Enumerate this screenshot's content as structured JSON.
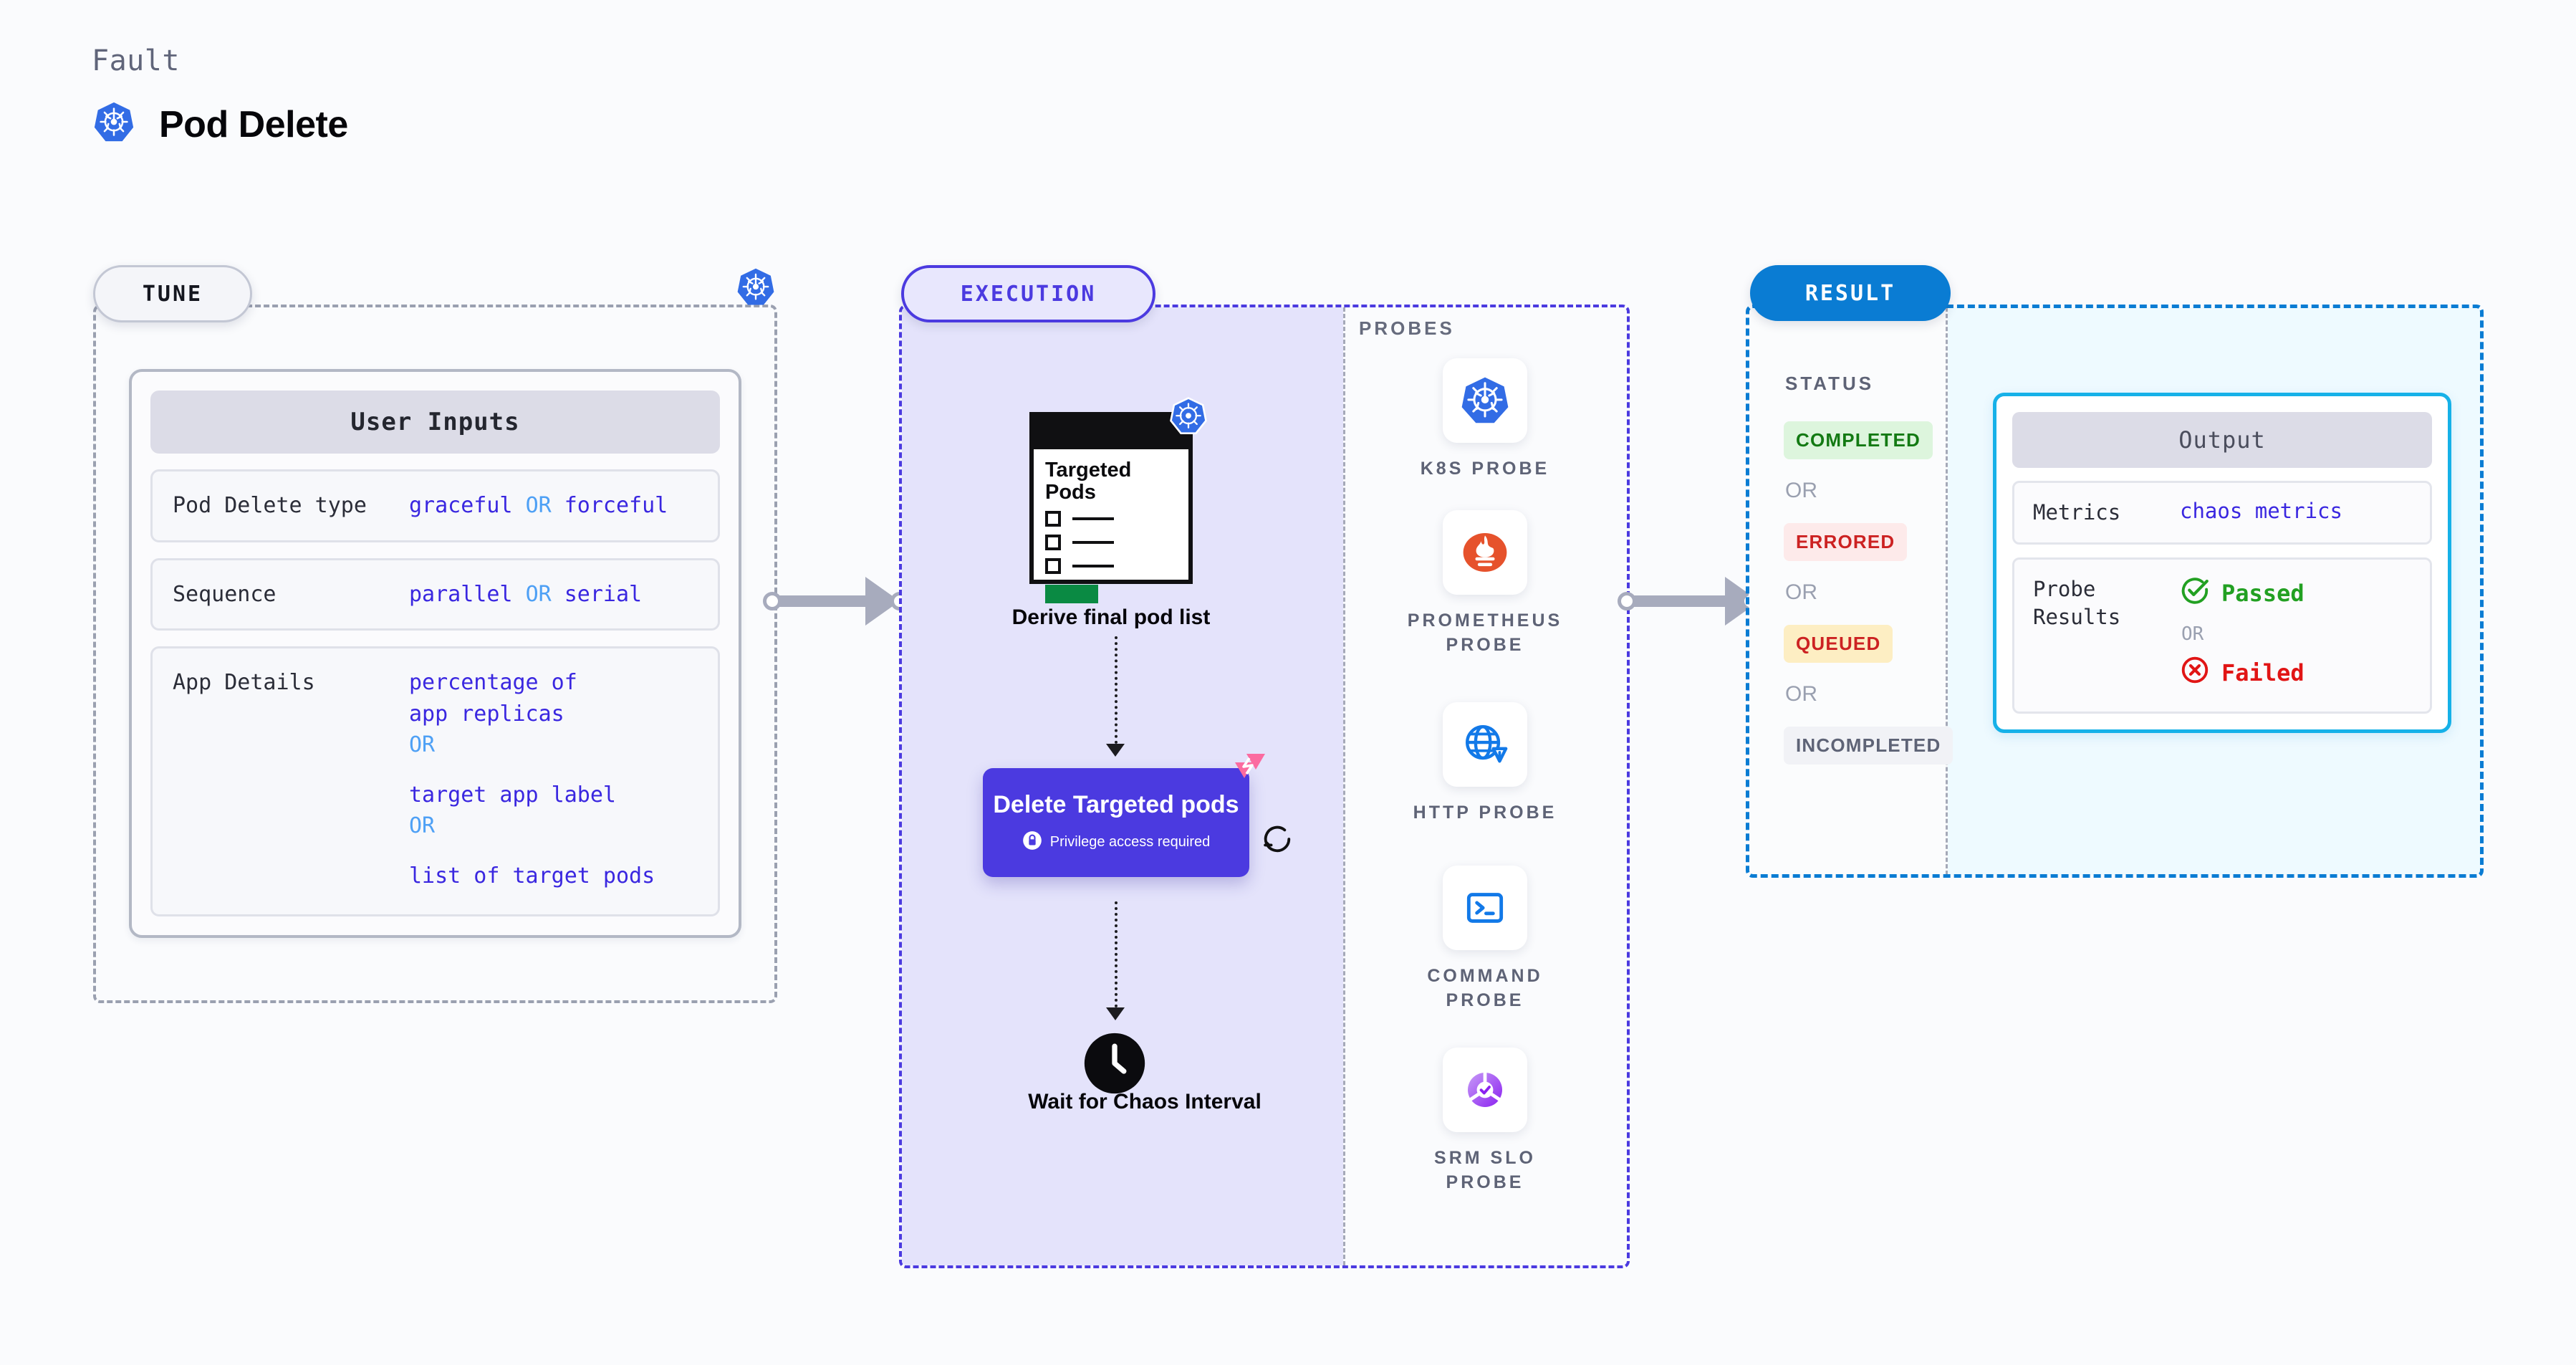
{
  "header": {
    "eyebrow": "Fault",
    "title": "Pod Delete",
    "icon": "kubernetes-icon"
  },
  "tune": {
    "pill_label": "TUNE",
    "badge_icon": "kubernetes-icon",
    "card": {
      "title": "User Inputs",
      "rows": [
        {
          "key": "Pod Delete type",
          "values": [
            "graceful",
            "forceful"
          ],
          "separator": "OR",
          "inline": true
        },
        {
          "key": "Sequence",
          "values": [
            "parallel",
            "serial"
          ],
          "separator": "OR",
          "inline": true
        },
        {
          "key": "App Details",
          "values": [
            "percentage of app replicas",
            "target app label",
            "list of target pods"
          ],
          "separator": "OR",
          "inline": false
        }
      ]
    }
  },
  "execution": {
    "pill_label": "EXECUTION",
    "pod_card": {
      "title": "Targeted Pods",
      "badge_icon": "kubernetes-icon",
      "checkbox_rows": 3
    },
    "derive_label": "Derive final pod list",
    "delete_node": {
      "title": "Delete Targeted pods",
      "privilege_text": "Privilege access required",
      "lock_icon": "lock-icon",
      "corner_badge_icon": "harness-chaos-icon",
      "retry_icon": "retry-icon"
    },
    "wait_node": {
      "icon": "clock-icon",
      "label": "Wait for Chaos Interval"
    },
    "probes": {
      "section_label": "PROBES",
      "items": [
        {
          "label": "K8S PROBE",
          "icon": "kubernetes-icon"
        },
        {
          "label": "PROMETHEUS PROBE",
          "icon": "prometheus-icon"
        },
        {
          "label": "HTTP PROBE",
          "icon": "globe-warning-icon"
        },
        {
          "label": "COMMAND PROBE",
          "icon": "terminal-icon"
        },
        {
          "label": "SRM SLO PROBE",
          "icon": "srm-slo-icon"
        }
      ]
    }
  },
  "result": {
    "pill_label": "RESULT",
    "status_label": "STATUS",
    "separator": "OR",
    "statuses": [
      {
        "label": "COMPLETED",
        "bg": "#ddf5dd",
        "fg": "#137a13"
      },
      {
        "label": "ERRORED",
        "bg": "#fdeaea",
        "fg": "#cc2222"
      },
      {
        "label": "QUEUED",
        "bg": "#fdeec3",
        "fg": "#cc2222"
      },
      {
        "label": "INCOMPLETED",
        "bg": "#f1f2f6",
        "fg": "#5e6376"
      }
    ],
    "output_card": {
      "title": "Output",
      "metrics": {
        "key": "Metrics",
        "value": "chaos metrics"
      },
      "probe_results": {
        "key": "Probe Results",
        "passed": {
          "label": "Passed",
          "icon": "check-circle-icon",
          "color": "#22a022"
        },
        "separator": "OR",
        "failed": {
          "label": "Failed",
          "icon": "x-circle-icon",
          "color": "#e11515"
        }
      }
    }
  },
  "colors": {
    "tune_border": "#9aa0b0",
    "execution_accent": "#4b3ae0",
    "result_accent": "#0a7cd3",
    "output_border": "#16b1e8",
    "connector": "#a7abbd",
    "page_bg": "#fafbfd"
  }
}
